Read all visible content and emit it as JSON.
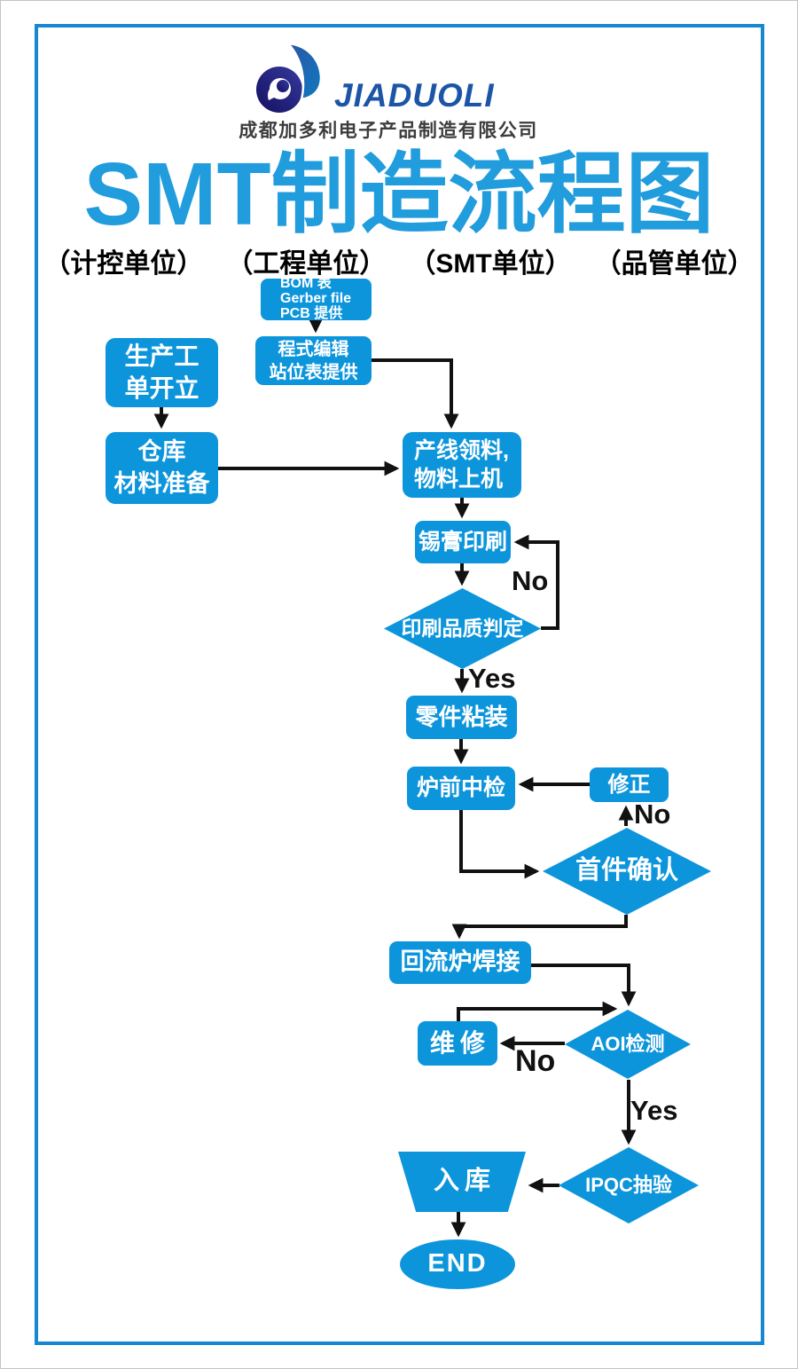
{
  "header": {
    "brand": "JIADUOLI",
    "company": "成都加多利电子产品制造有限公司",
    "title": "SMT制造流程图",
    "units": [
      "（计控单位）",
      "（工程单位）",
      "（SMT单位）",
      "（品管单位）"
    ]
  },
  "colors": {
    "accent_blue": "#0D95DC",
    "title_blue": "#219CDC",
    "frame_blue": "#1588D1",
    "line_black": "#111111",
    "brand_blue": "#1D55A6",
    "company_gray": "#3D3D3D",
    "node_text": "#FFFFFF",
    "label_black": "#111111"
  },
  "flowchart": {
    "nodes": {
      "bom": [
        "BOM 表",
        "Gerber file",
        "PCB 提供"
      ],
      "program": [
        "程式编辑",
        "站位表提供"
      ],
      "work_order": [
        "生产工",
        "单开立"
      ],
      "warehouse": [
        "仓库",
        "材料准备"
      ],
      "line_feed": [
        "产线领料,",
        "物料上机"
      ],
      "solder_print": [
        "锡膏印刷"
      ],
      "print_check": [
        "印刷品质判定"
      ],
      "component_place": [
        "零件粘装"
      ],
      "pre_oven_check": [
        "炉前中检"
      ],
      "fix": [
        "修正"
      ],
      "first_article": [
        "首件确认"
      ],
      "reflow": [
        "回流炉焊接"
      ],
      "aoi": [
        "AOI检测"
      ],
      "repair": [
        "维修"
      ],
      "ipqc": [
        "IPQC抽验"
      ],
      "storage": [
        "入库"
      ],
      "end": [
        "END"
      ]
    },
    "edge_labels": {
      "print_no": "No",
      "print_yes": "Yes",
      "first_no": "No",
      "aoi_no": "No",
      "aoi_yes": "Yes"
    }
  }
}
